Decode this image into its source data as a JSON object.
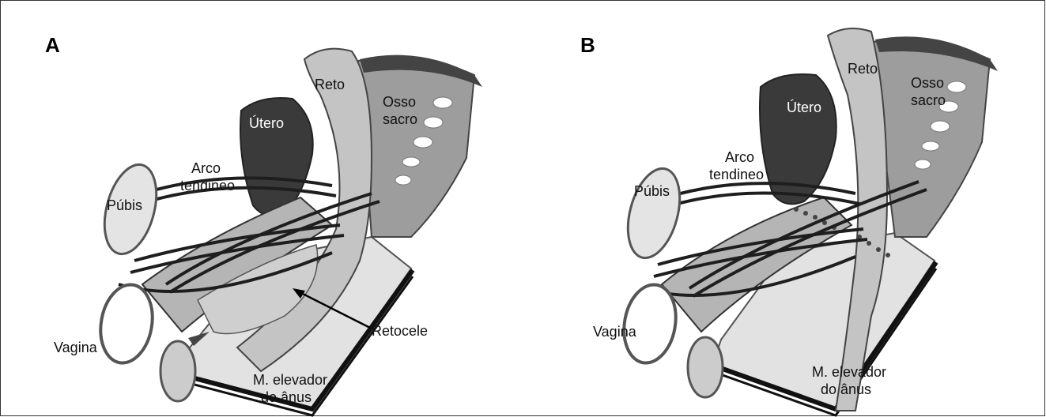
{
  "panels": [
    {
      "letter": "A",
      "labels": {
        "utero": "Útero",
        "reto": "Reto",
        "osso_1": "Osso",
        "osso_2": "sacro",
        "arco_1": "Arco",
        "arco_2": "tendineo",
        "pubis": "Púbis",
        "vagina": "Vagina",
        "retocele": "Retocele",
        "elevador_1": "M. elevador",
        "elevador_2": "do ânus"
      }
    },
    {
      "letter": "B",
      "labels": {
        "utero": "Útero",
        "reto": "Reto",
        "osso_1": "Osso",
        "osso_2": "sacro",
        "arco_1": "Arco",
        "arco_2": "tendineo",
        "pubis": "Púbis",
        "vagina": "Vagina",
        "elevador_1": "M. elevador",
        "elevador_2": "do ânus"
      }
    }
  ],
  "colors": {
    "uterus": "#3a3a3a",
    "rectum": "#bdbdbd",
    "sacrum": "#9a9a9a",
    "floor": "#d8d8d8",
    "band": "#222222"
  }
}
